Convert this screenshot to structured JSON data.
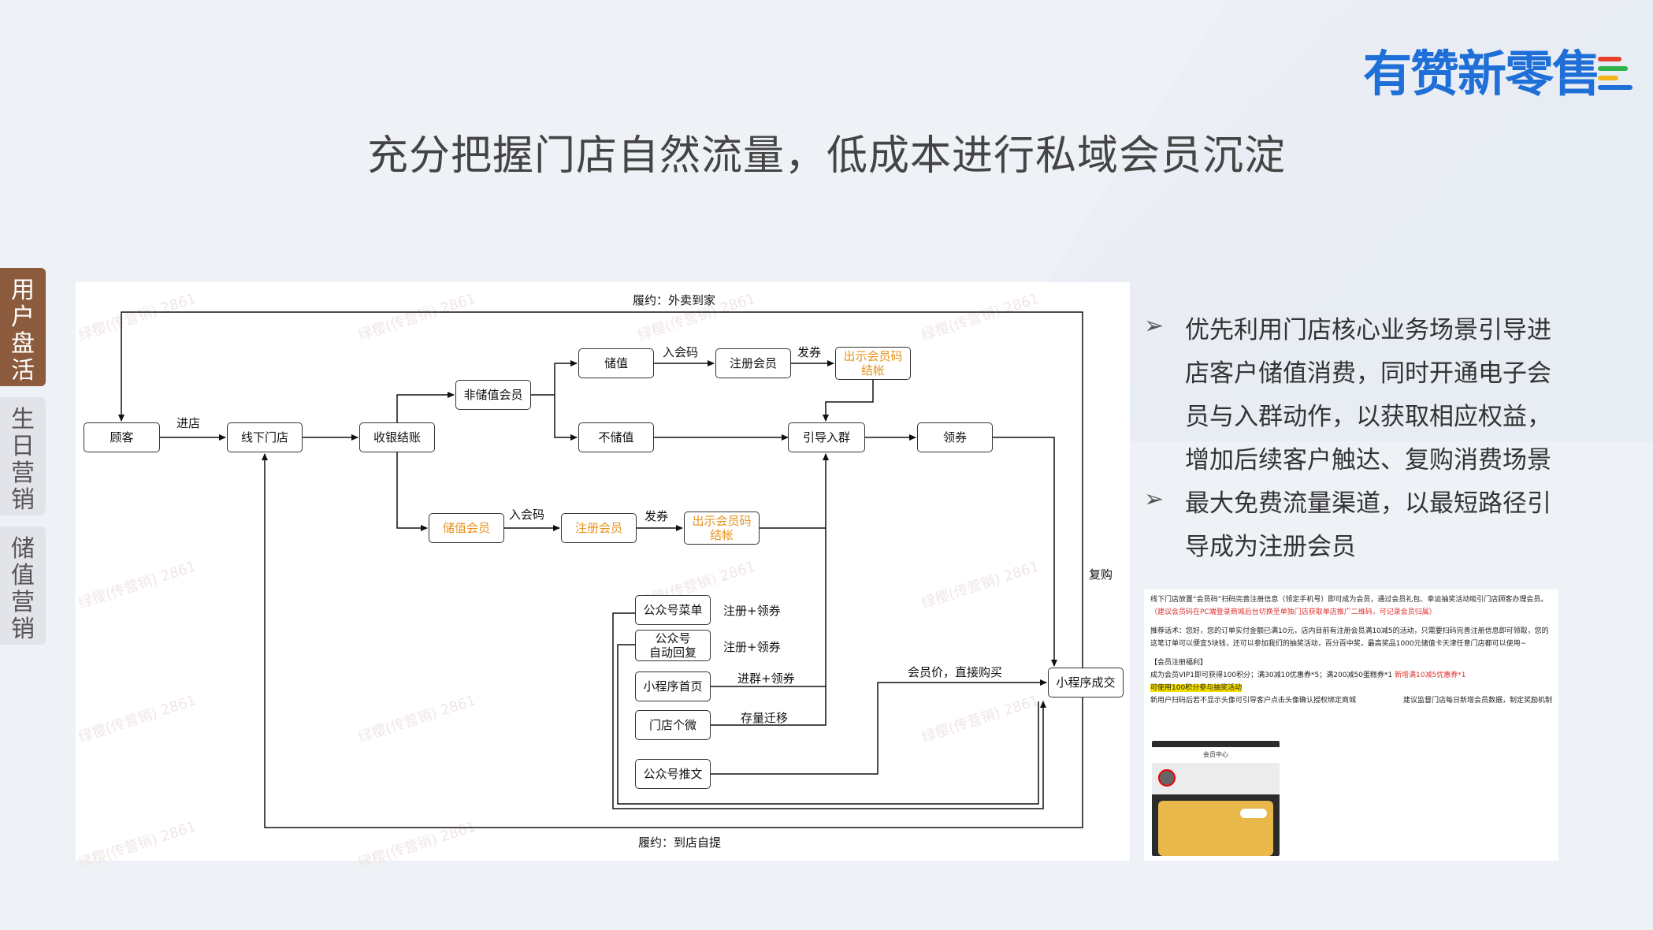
{
  "logo": {
    "text": "有赞新零售",
    "bar_colors": [
      "#e8402c",
      "#2fb34a",
      "#f5b31a",
      "#1f6fd8"
    ]
  },
  "title": "充分把握门店自然流量，低成本进行私域会员沉淀",
  "side_tabs": [
    {
      "label": "用户盘活",
      "active": true
    },
    {
      "label": "生日营销",
      "active": false
    },
    {
      "label": "储值营销",
      "active": false
    }
  ],
  "diagram": {
    "watermark": "绿樱(传营销) 2861",
    "nodes": {
      "customer": "顾客",
      "offline_store": "线下门店",
      "checkout": "收银结账",
      "non_stored_member": "非储值会员",
      "store_value": "储值",
      "register_member_top": "注册会员",
      "show_code_top": "出示会员码\n结帐",
      "no_store_value": "不储值",
      "guide_group": "引导入群",
      "claim_coupon": "领券",
      "stored_member": "储值会员",
      "register_member_bottom": "注册会员",
      "show_code_bottom": "出示会员码\n结帐",
      "oa_menu": "公众号菜单",
      "oa_auto_reply": "公众号\n自动回复",
      "mini_home": "小程序首页",
      "store_wechat": "门店个微",
      "oa_article": "公众号推文",
      "mini_deal": "小程序成交"
    },
    "edge_labels": {
      "fulfill_delivery": "履约：外卖到家",
      "enter_store": "进店",
      "join_code_top": "入会码",
      "issue_coupon_top": "发券",
      "join_code_bottom": "入会码",
      "issue_coupon_bottom": "发券",
      "repurchase": "复购",
      "register_claim_1": "注册+领券",
      "register_claim_2": "注册+领券",
      "join_group_claim": "进群+领券",
      "stock_migrate": "存量迁移",
      "member_price": "会员价，直接购买",
      "fulfill_pickup": "履约：到店自提"
    }
  },
  "bullets": [
    "优先利用门店核心业务场景引导进店客户储值消费，同时开通电子会员与入群动作，以获取相应权益，增加后续客户触达、复购消费场景",
    "最大免费流量渠道，以最短路径引导成为注册会员"
  ],
  "screenshot": {
    "line1": "线下门店放置“会员码”扫码完善注册信息（领定手机号）即可成为会员，通过会员礼包、幸运抽奖活动吸引门店顾客办理会员。",
    "line2_red": "（建议会员码在PC端登录商城后台切换至单独门店获取单店推广二维码，可记录会员归属）",
    "line3": "推荐话术：您好，您的订单实付金额已满10元，店内目前有注册会员满10减5的活动，只需要扫码完善注册信息即可领取，您的这笔订单可以便宜5块钱，还可以参加我们的抽奖活动，百分百中奖，最高奖品1000元储值卡天津任意门店都可以使用~",
    "line4": "【会员注册福利】",
    "line5": "成为会员VIP1即可获得100积分；满30减10优惠券*5；满200减50蛋糕券*1",
    "line5_red": "新增满10减5优惠券*1",
    "line6_hl": "可使用100积分参与抽奖活动",
    "line7_left": "新用户扫码后若不显示头像可引导客户点击头像确认授权绑定商城",
    "line7_right": "建议监督门店每日新增会员数据，制定奖励机制",
    "phone_title": "会员中心"
  }
}
